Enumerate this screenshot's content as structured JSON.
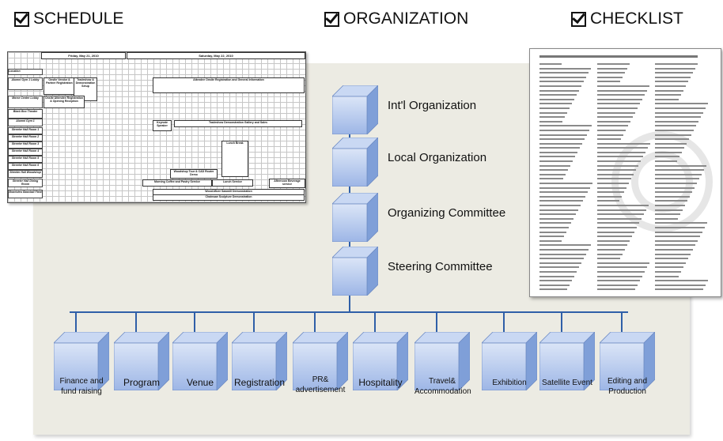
{
  "headings": {
    "schedule": "SCHEDULE",
    "organization": "ORGANIZATION",
    "checklist": "CHECKLIST"
  },
  "hierarchy": [
    {
      "label": "Int'l Organization"
    },
    {
      "label": "Local  Organization"
    },
    {
      "label": "Organizing Committee"
    },
    {
      "label": "Steering Committee"
    }
  ],
  "departments": [
    {
      "label": "Finance and fund raising"
    },
    {
      "label": "Program"
    },
    {
      "label": "Venue"
    },
    {
      "label": "Registration"
    },
    {
      "label": "PR& advertisement"
    },
    {
      "label": "Hospitality"
    },
    {
      "label": "Travel& Accommodation"
    },
    {
      "label": "Exhibition"
    },
    {
      "label": "Satellite Event"
    },
    {
      "label": "Editing and Production"
    }
  ],
  "schedule_thumb": {
    "day1": "Friday, May 21, 2010",
    "day2": "Saturday, May 22, 2010",
    "location": "Location",
    "rows": [
      "Alumni Gym 1 Lobby",
      "Morse Center Lobby",
      "Black Box Theater",
      "Alumni Gym 1",
      "Streeter Hall Room 1",
      "Streeter Hall Room 2",
      "Streeter Hall Room 3",
      "Streeter Hall Room 4",
      "Streeter Hall Room 5",
      "Streeter Hall Room 6",
      "Streeter Hall Woodshop",
      "Streeter Hall Dining Room",
      "Brantview Baseball Field"
    ],
    "blocks": [
      "Onsite Vendor & Partner Registration",
      "Tradeshow & Demonstration Setup",
      "Onsite Attendee Registration & Opening Reception",
      "Attendee Onsite Registration and General Information",
      "Keynote Speaker",
      "Tradeshow    Demonstration    Gallery and Sales",
      "Lunch Break",
      "Woodshop Tour & CAD Router Demo",
      "Morning Coffee and Pastry Service",
      "Lunch Service",
      "Afternoon Beverage service",
      "Wood-Mizer Sawmill Demonstration",
      "Chainsaw Sculpture Demonstration"
    ]
  },
  "colors": {
    "cube_front_top": "#dbe5f7",
    "cube_front_bottom": "#9db6e6",
    "cube_side": "#7f9fd8",
    "cube_top": "#c9d8f3",
    "line": "#2f5fa8",
    "panel": "#ecebe3"
  }
}
